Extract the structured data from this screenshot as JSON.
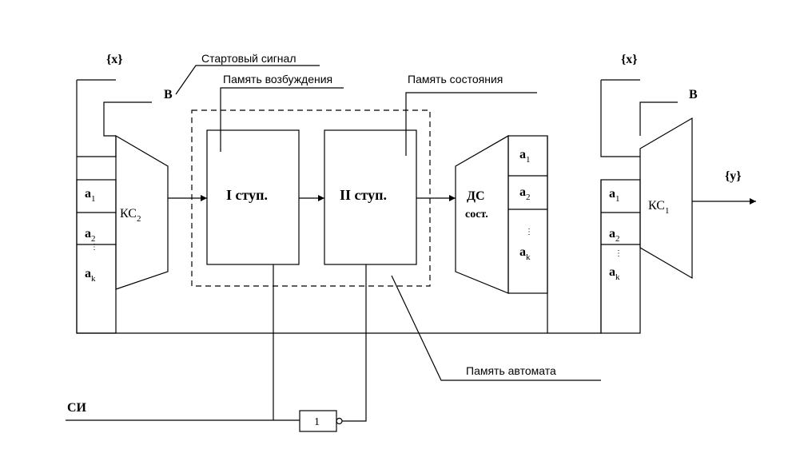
{
  "labels": {
    "x_left": "{x}",
    "x_right": "{x}",
    "b_left": "B",
    "b_right": "B",
    "start_signal": "Стартовый сигнал",
    "excitation_memory": "Память возбуждения",
    "state_memory": "Память состояния",
    "automaton_memory": "Память автомата",
    "y_output": "{y}",
    "si": "СИ"
  },
  "blocks": {
    "ks2": {
      "base": "КС",
      "sub": "2"
    },
    "ks1": {
      "base": "КС",
      "sub": "1"
    },
    "stage1": "I ступ.",
    "stage2": "II ступ.",
    "dc_line1": "ДС",
    "dc_line2": "сост.",
    "gate": "1"
  },
  "inputs_left": [
    {
      "base": "a",
      "sub": "1"
    },
    {
      "base": "a",
      "sub": "2"
    },
    {
      "base": "a",
      "sub": "k"
    }
  ],
  "outputs_dc": [
    {
      "base": "a",
      "sub": "1"
    },
    {
      "base": "a",
      "sub": "2"
    },
    {
      "base": "a",
      "sub": "k"
    }
  ],
  "inputs_right": [
    {
      "base": "a",
      "sub": "1"
    },
    {
      "base": "a",
      "sub": "2"
    },
    {
      "base": "a",
      "sub": "k"
    }
  ],
  "colors": {
    "stroke": "#000000",
    "background": "#ffffff"
  }
}
